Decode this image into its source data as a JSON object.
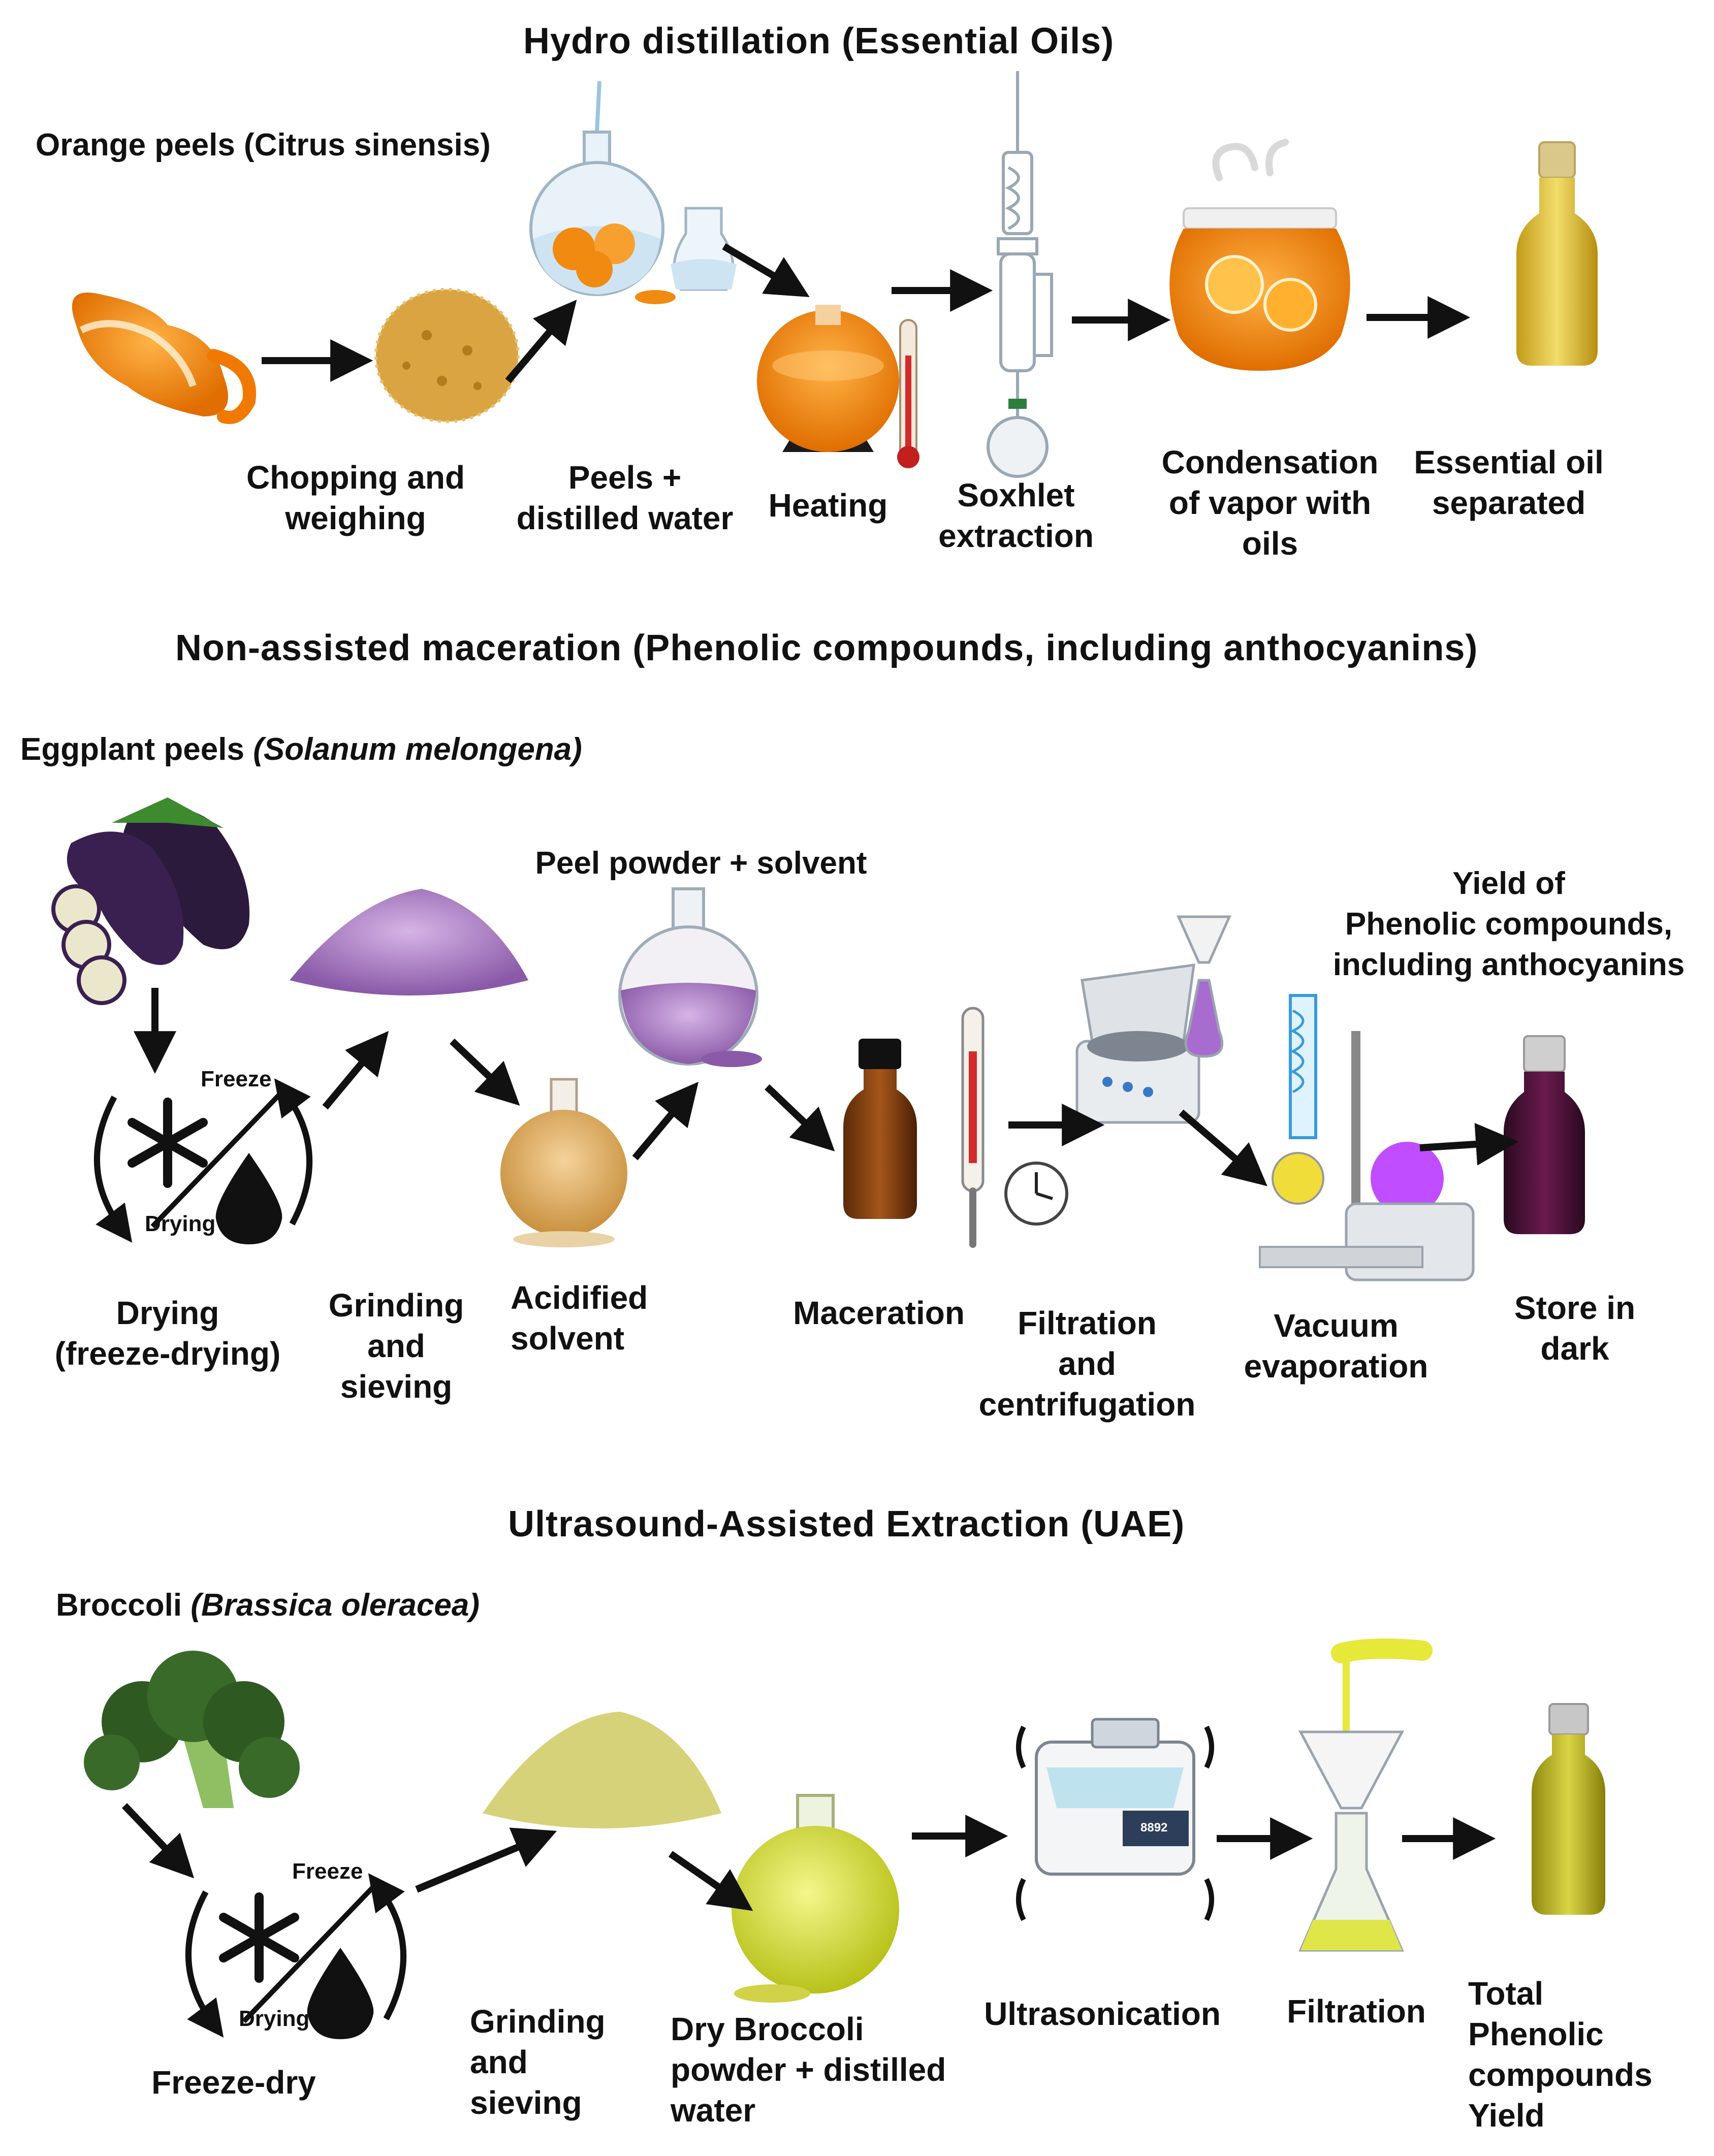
{
  "sections": [
    {
      "title": "Hydro distillation (Essential Oils)",
      "source": {
        "name": "Orange peels (Citrus sinensis)",
        "latin": ""
      },
      "steps": [
        {
          "label": "Chopping and\nweighing"
        },
        {
          "label": "Peels +\ndistilled water"
        },
        {
          "label": "Heating"
        },
        {
          "label": "Soxhlet\nextraction"
        },
        {
          "label": "Condensation\nof vapor with\noils"
        },
        {
          "label": "Essential oil\nseparated"
        }
      ]
    },
    {
      "title": "Non-assisted maceration (Phenolic compounds, including anthocyanins)",
      "source": {
        "name": "Eggplant peels ",
        "latin": "(Solanum melongena)"
      },
      "note": "Peel powder + solvent",
      "yield_note": "Yield of\nPhenolic compounds,\nincluding anthocyanins",
      "steps": [
        {
          "label": "Drying\n(freeze-drying)"
        },
        {
          "label": "Grinding\nand\nsieving"
        },
        {
          "label": "Acidified\nsolvent"
        },
        {
          "label": "Maceration"
        },
        {
          "label": "Filtration\nand\ncentrifugation"
        },
        {
          "label": "Vacuum\nevaporation"
        },
        {
          "label": "Store in\ndark"
        }
      ]
    },
    {
      "title": "Ultrasound-Assisted Extraction (UAE)",
      "source": {
        "name": "Broccoli ",
        "latin": "(Brassica oleracea)"
      },
      "steps": [
        {
          "label": "Freeze-dry"
        },
        {
          "label": "Grinding\nand\nsieving"
        },
        {
          "label": "Dry Broccoli\npowder + distilled\nwater"
        },
        {
          "label": "Ultrasonication"
        },
        {
          "label": "Filtration"
        },
        {
          "label": "Total\nPhenolic\ncompounds\nYield"
        }
      ]
    }
  ],
  "freeze_cycle": {
    "top": "Freeze",
    "bottom": "Drying"
  },
  "ultrasound_display": "8892",
  "icons": [
    "orange-peel-icon",
    "chopped-peel-icon",
    "round-flask-icon",
    "heating-mantle-icon",
    "thermometer-icon",
    "soxhlet-icon",
    "condensation-jar-icon",
    "oil-bottle-icon",
    "eggplant-icon",
    "snowflake-icon",
    "water-drop-icon",
    "purple-powder-icon",
    "amber-bottle-icon",
    "clock-icon",
    "centrifuge-icon",
    "rotary-evaporator-icon",
    "dark-bottle-icon",
    "broccoli-icon",
    "yellow-powder-icon",
    "ultrasonic-bath-icon",
    "funnel-flask-icon"
  ],
  "colors": {
    "arrow": "#111111",
    "orange": "#f28a12",
    "purple": "#7b4fa0",
    "olive": "#c9c93a"
  }
}
